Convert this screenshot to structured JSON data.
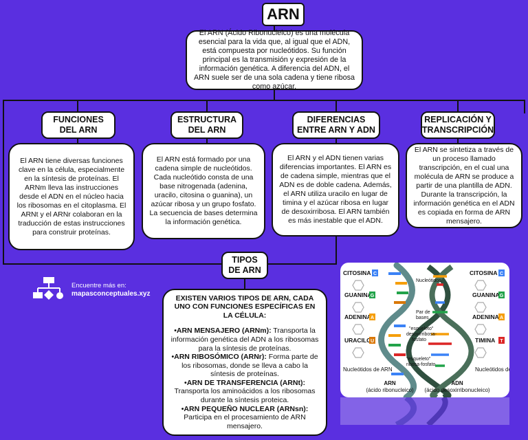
{
  "title": "ARN",
  "intro": "El ARN (Ácido Ribonucleico) es una molécula esencial para la vida que, al igual que el ADN, está compuesta por nucleótidos. Su función principal es la transmisión y expresión de la información genética. A diferencia del ADN, el ARN suele ser de una sola cadena y tiene ribosa como azúcar.",
  "sections": [
    {
      "heading": "FUNCIONES DEL ARN",
      "text": "El ARN tiene diversas funciones clave en la célula, especialmente en la síntesis de proteínas. El ARNm lleva las instrucciones desde el ADN en el núcleo hacia los ribosomas en el citoplasma. El ARNt y el ARNr colaboran en la traducción de estas instrucciones para construir proteínas."
    },
    {
      "heading": "ESTRUCTURA DEL ARN",
      "text": "El ARN está formado por una cadena simple de nucleótidos. Cada nucleótido consta de una base nitrogenada (adenina, uracilo, citosina o guanina), un azúcar ribosa y un grupo fosfato. La secuencia de bases determina la información genética."
    },
    {
      "heading": "DIFERENCIAS ENTRE ARN Y ADN",
      "text": "El ARN y el ADN tienen varias diferencias importantes. El ARN es de cadena simple, mientras que el ADN es de doble cadena. Además, el ARN utiliza uracilo en lugar de timina y el azúcar ribosa en lugar de desoxirribosa. El ARN también es más inestable que el ADN."
    },
    {
      "heading": "REPLICACIÓN Y TRANSCRIPCIÓN",
      "text": "El ARN se sintetiza a través de un proceso llamado transcripción, en el cual una molécula de ARN se produce a partir de una plantilla de ADN. Durante la transcripción, la información genética en el ADN es copiada en forma de ARN mensajero."
    }
  ],
  "types": {
    "heading": "TIPOS DE ARN",
    "intro": "EXISTEN VARIOS TIPOS DE ARN, CADA UNO CON FUNCIONES ESPECÍFICAS EN LA CÉLULA:",
    "items": [
      {
        "name": "•ARN MENSAJERO (ARNm):",
        "desc": " Transporta la información genética del ADN a los ribosomas para la síntesis de proteínas."
      },
      {
        "name": "•ARN RIBOSÓMICO (ARNr):",
        "desc": " Forma parte de los ribosomas, donde se lleva a cabo la síntesis de proteínas."
      },
      {
        "name": "•ARN DE TRANSFERENCIA (ARNt):",
        "desc": " Transporta los aminoácidos a los ribosomas durante la síntesis proteica."
      },
      {
        "name": "•ARN PEQUEÑO NUCLEAR (ARNsn):",
        "desc": " Participa en el procesamiento de ARN mensajero."
      }
    ]
  },
  "site": {
    "line1": "Encuentre más en:",
    "line2": "mapasconceptuales.xyz"
  },
  "figure": {
    "left_bases": [
      {
        "name": "CITOSINA",
        "letter": "C",
        "color": "#3b82f6"
      },
      {
        "name": "GUANINA",
        "letter": "G",
        "color": "#22a34a"
      },
      {
        "name": "ADENINA",
        "letter": "A",
        "color": "#f59e0b"
      },
      {
        "name": "URACILO",
        "letter": "U",
        "color": "#d97706"
      }
    ],
    "right_bases": [
      {
        "name": "CITOSINA",
        "letter": "C",
        "color": "#3b82f6"
      },
      {
        "name": "GUANINA",
        "letter": "G",
        "color": "#22a34a"
      },
      {
        "name": "ADENINA",
        "letter": "A",
        "color": "#f59e0b"
      },
      {
        "name": "TIMINA",
        "letter": "T",
        "color": "#dc2626"
      }
    ],
    "left_caption": "Nucleótidos de ARN",
    "right_caption": "Nucleótidos de ADN",
    "label_nucleotidos": "Nucleótidos",
    "label_pares1": "Par de",
    "label_pares2": "bases",
    "label_esq1": "\"esqueleto\"",
    "label_esq2": "desoxirribosa-",
    "label_esq3": "fosfato",
    "label_rib1": "\"esqueleto\"",
    "label_rib2": "ribosa-fosfato",
    "arn_title": "ARN",
    "arn_sub": "(ácido ribonucleico)",
    "adn_title": "ADN",
    "adn_sub": "(ácido desoxirribonucleico)"
  }
}
